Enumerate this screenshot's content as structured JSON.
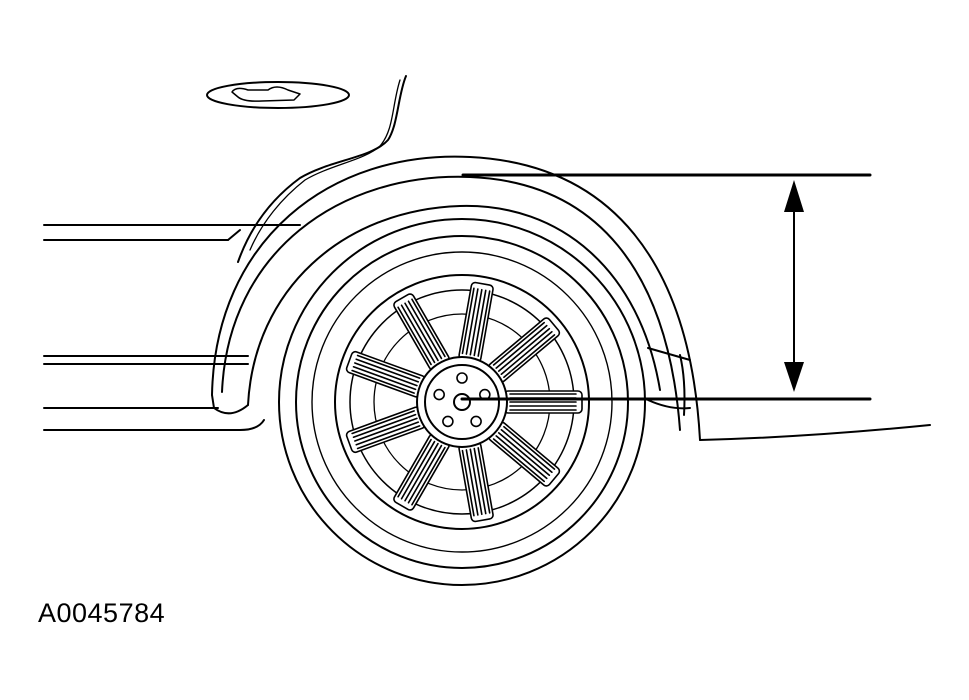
{
  "figure": {
    "id": "A0045784",
    "line_color": "#000000",
    "background": "#ffffff",
    "wheel_spokes": 9,
    "lug_nuts": 5
  }
}
